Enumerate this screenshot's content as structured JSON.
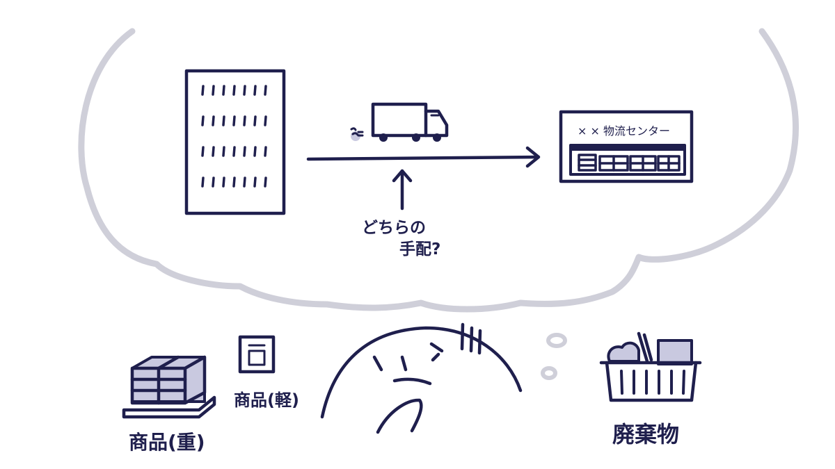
{
  "labels": {
    "logistics_center_sign": "× × 物流センター",
    "arrangement_question_line1": "どちらの",
    "arrangement_question_line2": "手配?",
    "product_heavy": "商品(重)",
    "product_light": "商品(軽)",
    "waste": "廃棄物"
  },
  "colors": {
    "ink": "#1f1f4d",
    "cloud_outline": "#cfcfd9",
    "background": "#ffffff",
    "accent_fill": "#c9c9e0"
  }
}
